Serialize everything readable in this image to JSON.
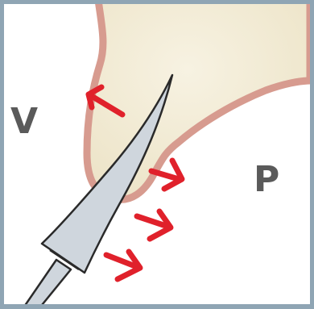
{
  "labels": {
    "vestibular": "V",
    "palatal": "P"
  },
  "colors": {
    "tissue_fill": "#f2ecd8",
    "tissue_border": "#d79b8f",
    "blade_fill": "#cfd6dd",
    "blade_stroke": "#2a2a2a",
    "arrow": "#e0212b",
    "label": "#5a5a5a",
    "frame": "#8fa5b4"
  },
  "arrows": {
    "direction_description_count": 4
  }
}
